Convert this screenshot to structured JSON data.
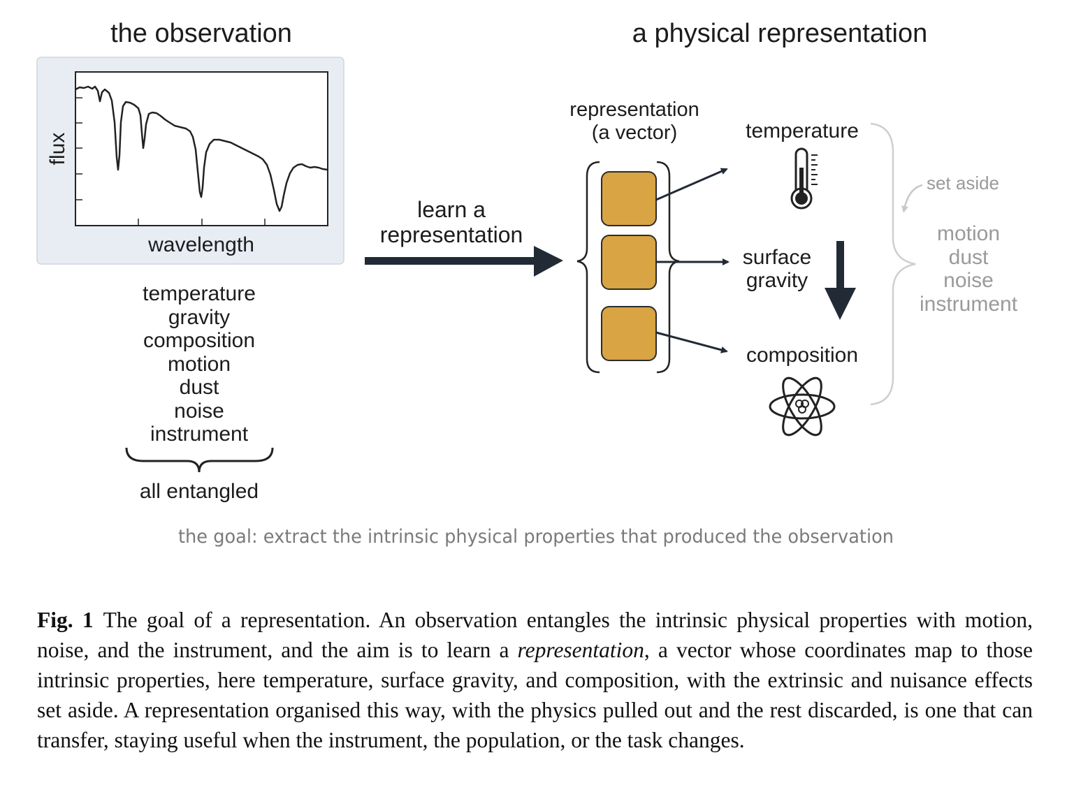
{
  "figure": {
    "left_title": "the observation",
    "right_title": "a physical representation",
    "spectrum": {
      "ylabel": "flux",
      "xlabel": "wavelength"
    },
    "entangled_list": [
      "temperature",
      "gravity",
      "composition",
      "motion",
      "dust",
      "noise",
      "instrument"
    ],
    "entangled_label": "all entangled",
    "arrow_label_line1": "learn a",
    "arrow_label_line2": "representation",
    "vector_label_line1": "representation",
    "vector_label_line2": "(a vector)",
    "properties": {
      "temperature": "temperature",
      "surface_line1": "surface",
      "surface_line2": "gravity",
      "composition": "composition"
    },
    "set_aside_label": "set aside",
    "set_aside_list": [
      "motion",
      "dust",
      "noise",
      "instrument"
    ],
    "goal_text": "the goal: extract the intrinsic physical properties that produced the observation",
    "colors": {
      "box_fill": "#d9a443",
      "panel_bg": "#e8ecf3",
      "ink": "#222a35",
      "muted": "#9a9a9a",
      "bracket_grey": "#cfcfcf"
    }
  },
  "caption": {
    "label": "Fig. 1",
    "text_before_italic": "The goal of a representation. An observation entangles the intrinsic physical properties with motion, noise, and the instrument, and the aim is to learn a ",
    "italic": "representation",
    "text_after_italic": ", a vector whose coordinates map to those intrinsic properties, here temperature, surface gravity, and composition, with the extrinsic and nuisance effects set aside. A representation organised this way, with the physics pulled out and the rest discarded, is one that can transfer, staying useful when the instrument, the population, or the task changes."
  }
}
